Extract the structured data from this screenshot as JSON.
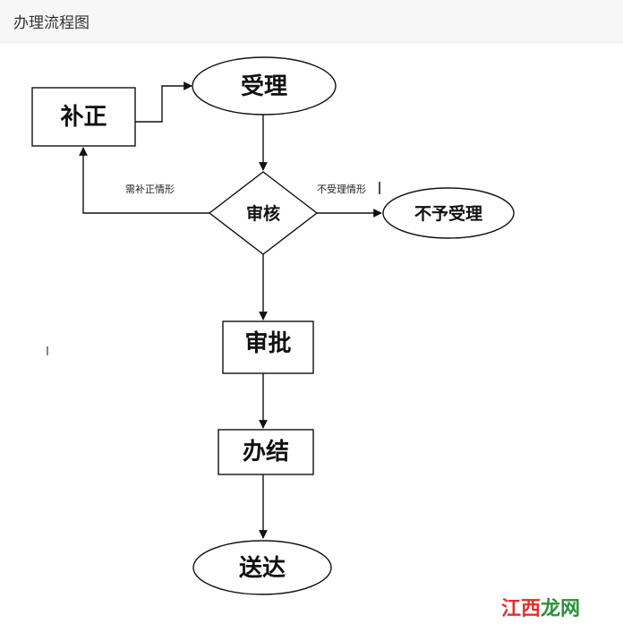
{
  "header": {
    "title": "办理流程图"
  },
  "diagram": {
    "nodes": {
      "buzheng": "补正",
      "shouli": "受理",
      "shenhe": "审核",
      "buyushouli": "不予受理",
      "shenpi": "审批",
      "banjie": "办结",
      "songda": "送达"
    },
    "edges": {
      "need_correction": "需补正情形",
      "not_accepted": "不受理情形"
    }
  },
  "watermark": {
    "part1": "江西",
    "part2": "龙网"
  }
}
